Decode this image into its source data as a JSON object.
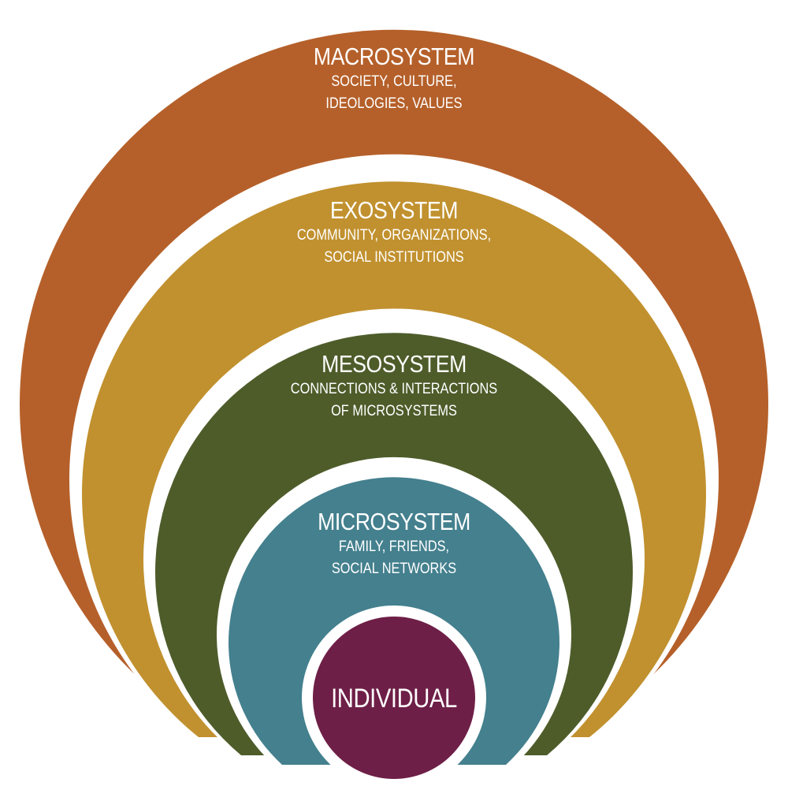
{
  "colors": {
    "macrosystem": "#b5602a",
    "exosystem": "#c1912f",
    "mesosystem": "#4e5c2a",
    "microsystem": "#44808e",
    "individual": "#6e1f47",
    "separator": "#ffffff"
  },
  "layers": [
    {
      "id": "macrosystem",
      "title": "MACROSYSTEM",
      "lines": [
        "SOCIETY, CULTURE,",
        "IDEOLOGIES, VALUES"
      ]
    },
    {
      "id": "exosystem",
      "title": "EXOSYSTEM",
      "lines": [
        "COMMUNITY, ORGANIZATIONS,",
        "SOCIAL INSTITUTIONS"
      ]
    },
    {
      "id": "mesosystem",
      "title": "MESOSYSTEM",
      "lines": [
        "CONNECTIONS & INTERACTIONS",
        "OF MICROSYSTEMS"
      ]
    },
    {
      "id": "microsystem",
      "title": "MICROSYSTEM",
      "lines": [
        "FAMILY, FRIENDS,",
        "SOCIAL NETWORKS"
      ]
    },
    {
      "id": "individual",
      "title": "INDIVIDUAL",
      "lines": []
    }
  ]
}
